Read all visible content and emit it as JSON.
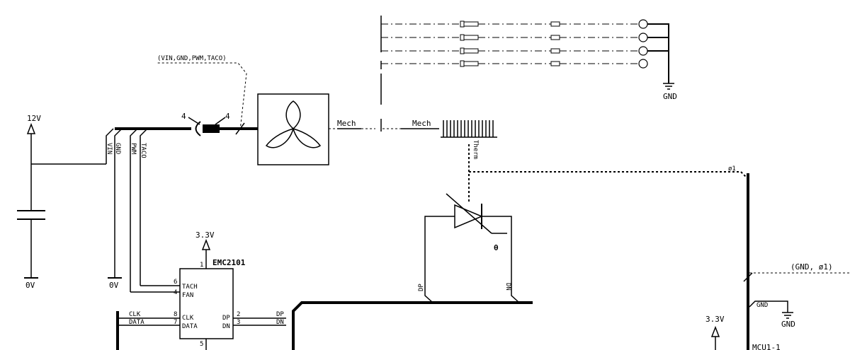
{
  "power": {
    "v12": "12V",
    "gnd_left": "0V",
    "gnd_mid": "0V",
    "v33_top": "3.3V",
    "v33_bottom": "3.3V",
    "gnd_top_right": "GND",
    "gnd_right": "GND"
  },
  "harness": {
    "bus_label": "(VIN,GND,PWM,TACO)",
    "wire_vin": "VIN",
    "wire_gnd": "GND",
    "wire_pwm": "PWM",
    "wire_taco": "TACO",
    "conn_left_pins": "4",
    "conn_right_pins": "4"
  },
  "mech": {
    "left": "Mech",
    "right": "Mech",
    "therm": "Therm"
  },
  "ic": {
    "name": "EMC2101",
    "pins": [
      {
        "num": "1",
        "name": ""
      },
      {
        "num": "6",
        "name": "TACH"
      },
      {
        "num": "4",
        "name": "FAN"
      },
      {
        "num": "8",
        "name": "CLK"
      },
      {
        "num": "7",
        "name": "DATA"
      },
      {
        "num": "2",
        "name": "DP"
      },
      {
        "num": "3",
        "name": "DN"
      },
      {
        "num": "5",
        "name": ""
      }
    ]
  },
  "bus_wires": {
    "clk": "CLK",
    "data": "DATA",
    "dp": "DP",
    "dn": "DN"
  },
  "diode": {
    "symbol": "θ",
    "dp": "DP",
    "dn": "DN"
  },
  "mcu": {
    "phi1": "ø1",
    "gnd_phi1": "(GND, ø1)",
    "gnd_pin": "GND",
    "name": "MCU1-1"
  }
}
